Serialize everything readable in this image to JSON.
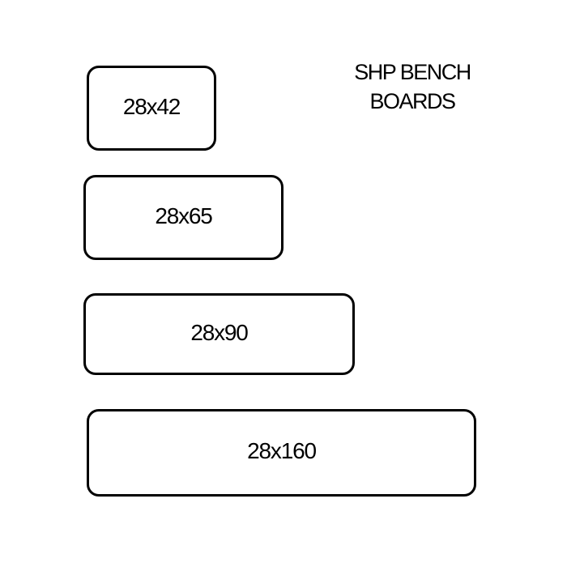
{
  "title": {
    "text": "SHP BENCH BOARDS",
    "line1": "SHP BENCH",
    "line2": "BOARDS"
  },
  "colors": {
    "background": "#ffffff",
    "outline": "#000000",
    "text": "#000000"
  },
  "boards": [
    {
      "label": "28x42"
    },
    {
      "label": "28x65"
    },
    {
      "label": "28x90"
    },
    {
      "label": "28x160"
    }
  ]
}
